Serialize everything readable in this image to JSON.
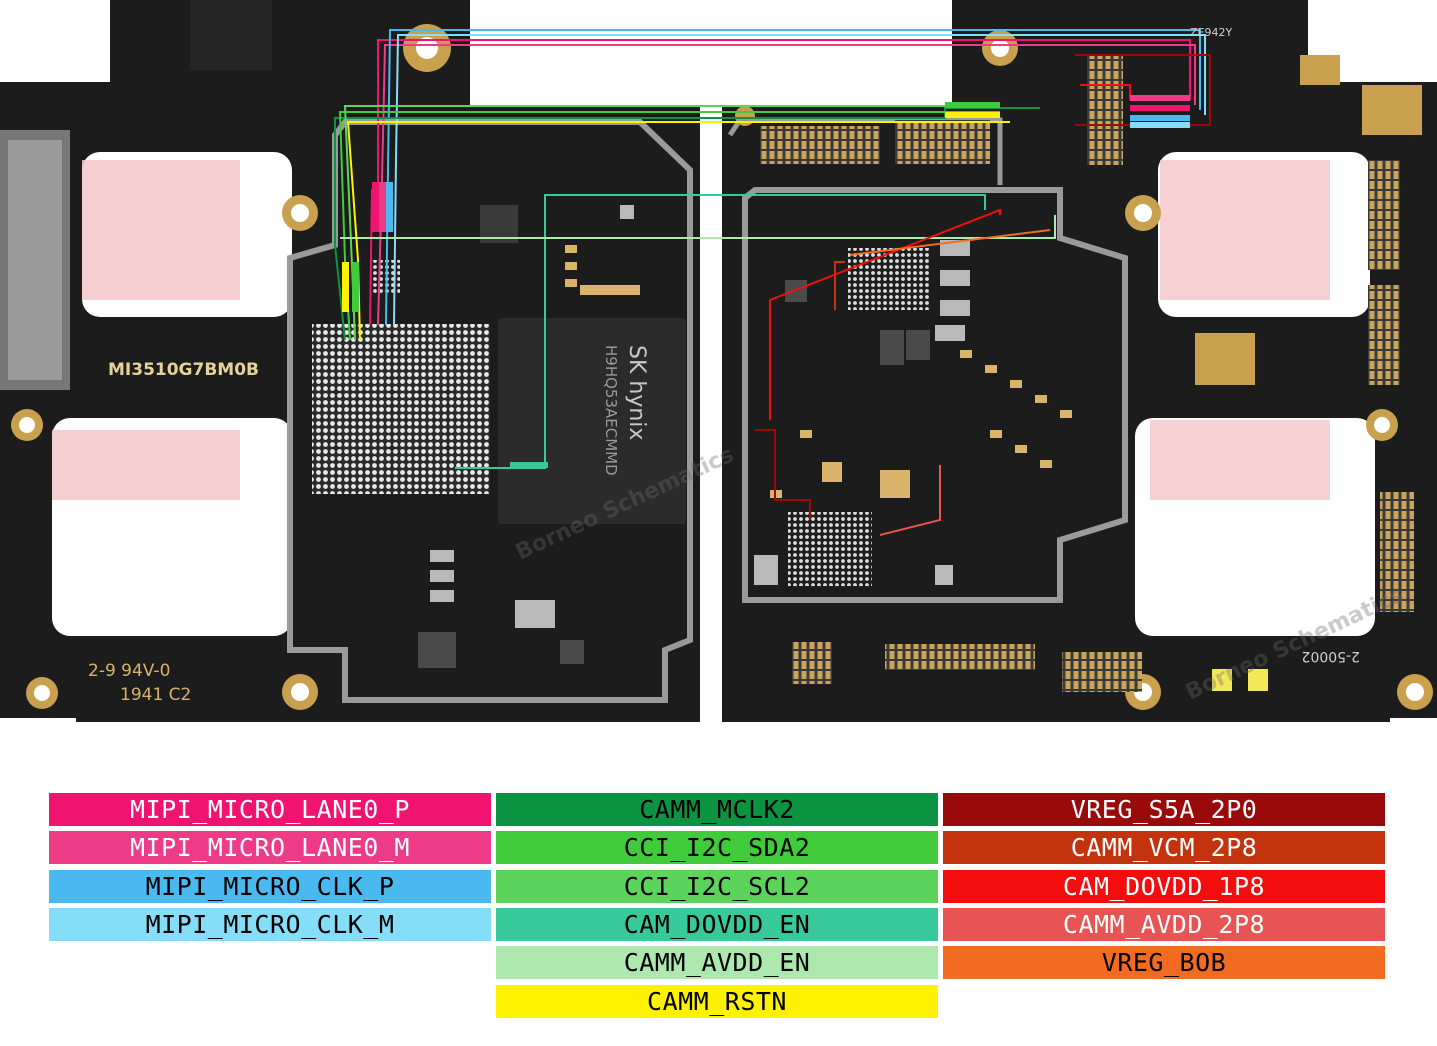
{
  "board": {
    "silkscreen": {
      "model": "MI3510G7BM0B",
      "rating": "2-9 94V-0",
      "date_code": "1941 C2",
      "memory_brand": "SK hynix",
      "memory_part": "H9HQ53AECMMD",
      "connector_code": "ZE942Y",
      "edge_code": "2-50002"
    },
    "watermark": "Borneo Schematics"
  },
  "legend": {
    "columns": [
      {
        "items": [
          {
            "label": "MIPI_MICRO_LANE0_P",
            "color": "#F0136F",
            "text_color": "#FFFFFF"
          },
          {
            "label": "MIPI_MICRO_LANE0_M",
            "color": "#EE3B88",
            "text_color": "#FFFFFF"
          },
          {
            "label": "MIPI_MICRO_CLK_P",
            "color": "#49B9F0",
            "text_color": "#000000"
          },
          {
            "label": "MIPI_MICRO_CLK_M",
            "color": "#86DDF7",
            "text_color": "#000000"
          }
        ]
      },
      {
        "items": [
          {
            "label": "CAMM_MCLK2",
            "color": "#0B9342",
            "text_color": "#000000"
          },
          {
            "label": "CCI_I2C_SDA2",
            "color": "#3FCB3A",
            "text_color": "#000000"
          },
          {
            "label": "CCI_I2C_SCL2",
            "color": "#5CD45C",
            "text_color": "#000000"
          },
          {
            "label": "CAM_DOVDD_EN",
            "color": "#37C99A",
            "text_color": "#000000"
          },
          {
            "label": "CAMM_AVDD_EN",
            "color": "#ADE9AF",
            "text_color": "#000000"
          },
          {
            "label": "CAMM_RSTN",
            "color": "#FFF200",
            "text_color": "#000000"
          }
        ]
      },
      {
        "items": [
          {
            "label": "VREG_S5A_2P0",
            "color": "#9B0A0A",
            "text_color": "#FFFFFF"
          },
          {
            "label": "CAMM_VCM_2P8",
            "color": "#C3330E",
            "text_color": "#FFFFFF"
          },
          {
            "label": "CAM_DOVDD_1P8",
            "color": "#F20E0E",
            "text_color": "#FFFFFF"
          },
          {
            "label": "CAMM_AVDD_2P8",
            "color": "#E85353",
            "text_color": "#FFFFFF"
          },
          {
            "label": "VREG_BOB",
            "color": "#F26B21",
            "text_color": "#000000"
          }
        ]
      }
    ]
  }
}
